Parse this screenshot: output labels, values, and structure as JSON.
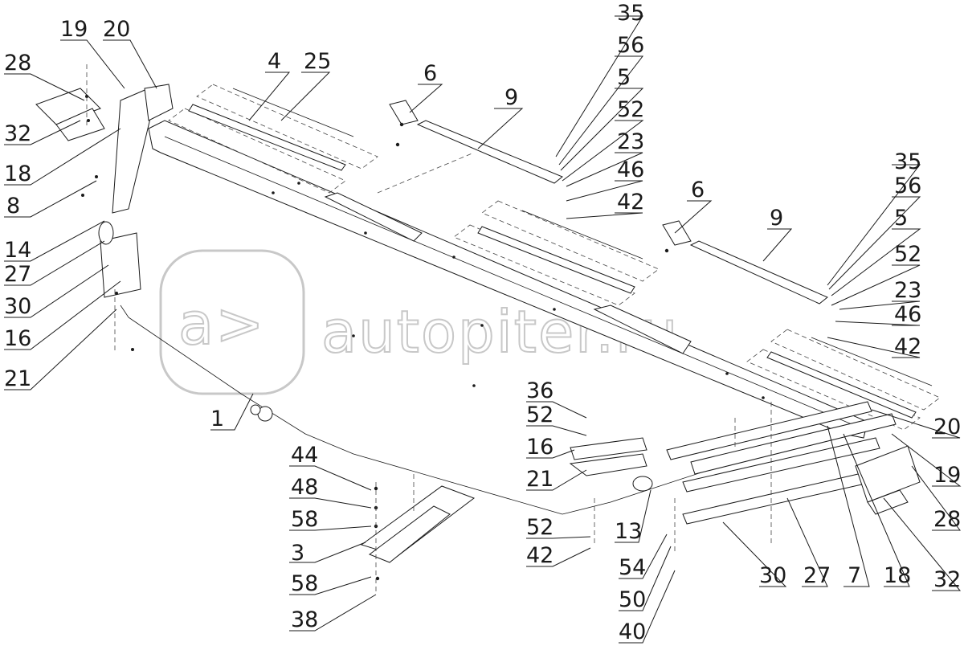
{
  "watermark": {
    "logo_text": "a>",
    "site": "autopiter.ru"
  },
  "callouts": [
    "1",
    "3",
    "4",
    "5",
    "5",
    "6",
    "6",
    "7",
    "8",
    "9",
    "9",
    "13",
    "14",
    "16",
    "16",
    "18",
    "18",
    "19",
    "19",
    "20",
    "20",
    "21",
    "21",
    "23",
    "23",
    "25",
    "27",
    "27",
    "28",
    "28",
    "30",
    "30",
    "32",
    "32",
    "35",
    "35",
    "36",
    "38",
    "40",
    "42",
    "42",
    "42",
    "44",
    "46",
    "46",
    "48",
    "50",
    "52",
    "52",
    "52",
    "52",
    "52",
    "54",
    "56",
    "56",
    "58",
    "58"
  ]
}
